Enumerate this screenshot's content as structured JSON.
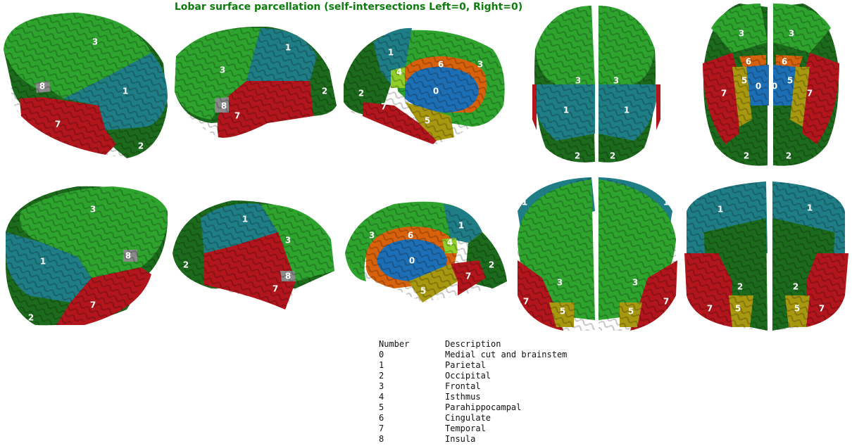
{
  "title": "Lobar surface parcellation (self-intersections Left=0, Right=0)",
  "colors": {
    "0": "#1d6fb5",
    "1": "#1f7d86",
    "2": "#1c6b1c",
    "3": "#2ea42e",
    "4": "#8fcf2a",
    "5": "#a8980f",
    "6": "#d8620c",
    "7": "#b2161c",
    "8": "#8a8a8a",
    "background": "#ffffff",
    "title": "#0c7d0c"
  },
  "legend": {
    "header": {
      "number": "Number",
      "description": "Description"
    },
    "rows": [
      {
        "number": "0",
        "description": "Medial cut and brainstem"
      },
      {
        "number": "1",
        "description": "Parietal"
      },
      {
        "number": "2",
        "description": "Occipital"
      },
      {
        "number": "3",
        "description": "Frontal"
      },
      {
        "number": "4",
        "description": "Isthmus"
      },
      {
        "number": "5",
        "description": "Parahippocampal"
      },
      {
        "number": "6",
        "description": "Cingulate"
      },
      {
        "number": "7",
        "description": "Temporal"
      },
      {
        "number": "8",
        "description": "Insula"
      }
    ]
  },
  "region_labels": [
    "0",
    "1",
    "2",
    "3",
    "4",
    "5",
    "6",
    "7",
    "8"
  ]
}
